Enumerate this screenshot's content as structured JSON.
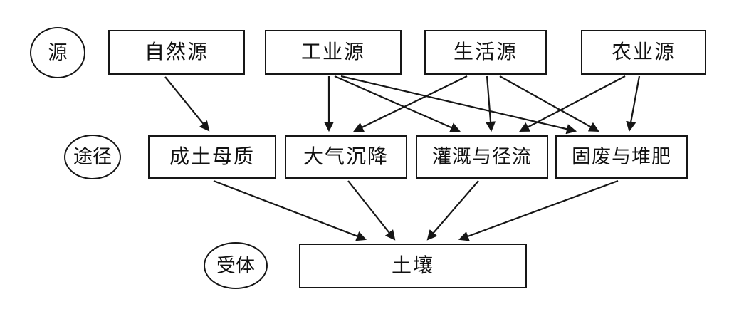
{
  "diagram_title": "",
  "layer_labels": {
    "sources": "源",
    "pathways": "途径",
    "receptor": "受体"
  },
  "sources": [
    {
      "label": "自然源"
    },
    {
      "label": "工业源"
    },
    {
      "label": "生活源"
    },
    {
      "label": "农业源"
    }
  ],
  "pathways": [
    {
      "label": "成土母质"
    },
    {
      "label": "大气沉降"
    },
    {
      "label": "灌溉与径流"
    },
    {
      "label": "固废与堆肥"
    }
  ],
  "receptors": [
    {
      "label": "土壤"
    }
  ],
  "edges": [
    {
      "from": "自然源",
      "to": "成土母质"
    },
    {
      "from": "工业源",
      "to": "大气沉降"
    },
    {
      "from": "工业源",
      "to": "灌溉与径流"
    },
    {
      "from": "工业源",
      "to": "固废与堆肥"
    },
    {
      "from": "生活源",
      "to": "大气沉降"
    },
    {
      "from": "生活源",
      "to": "灌溉与径流"
    },
    {
      "from": "生活源",
      "to": "固废与堆肥"
    },
    {
      "from": "农业源",
      "to": "灌溉与径流"
    },
    {
      "from": "农业源",
      "to": "固废与堆肥"
    },
    {
      "from": "成土母质",
      "to": "土壤"
    },
    {
      "from": "大气沉降",
      "to": "土壤"
    },
    {
      "from": "灌溉与径流",
      "to": "土壤"
    },
    {
      "from": "固废与堆肥",
      "to": "土壤"
    }
  ],
  "colors": {
    "stroke": "#161616",
    "text": "#111111",
    "background": "#ffffff"
  }
}
